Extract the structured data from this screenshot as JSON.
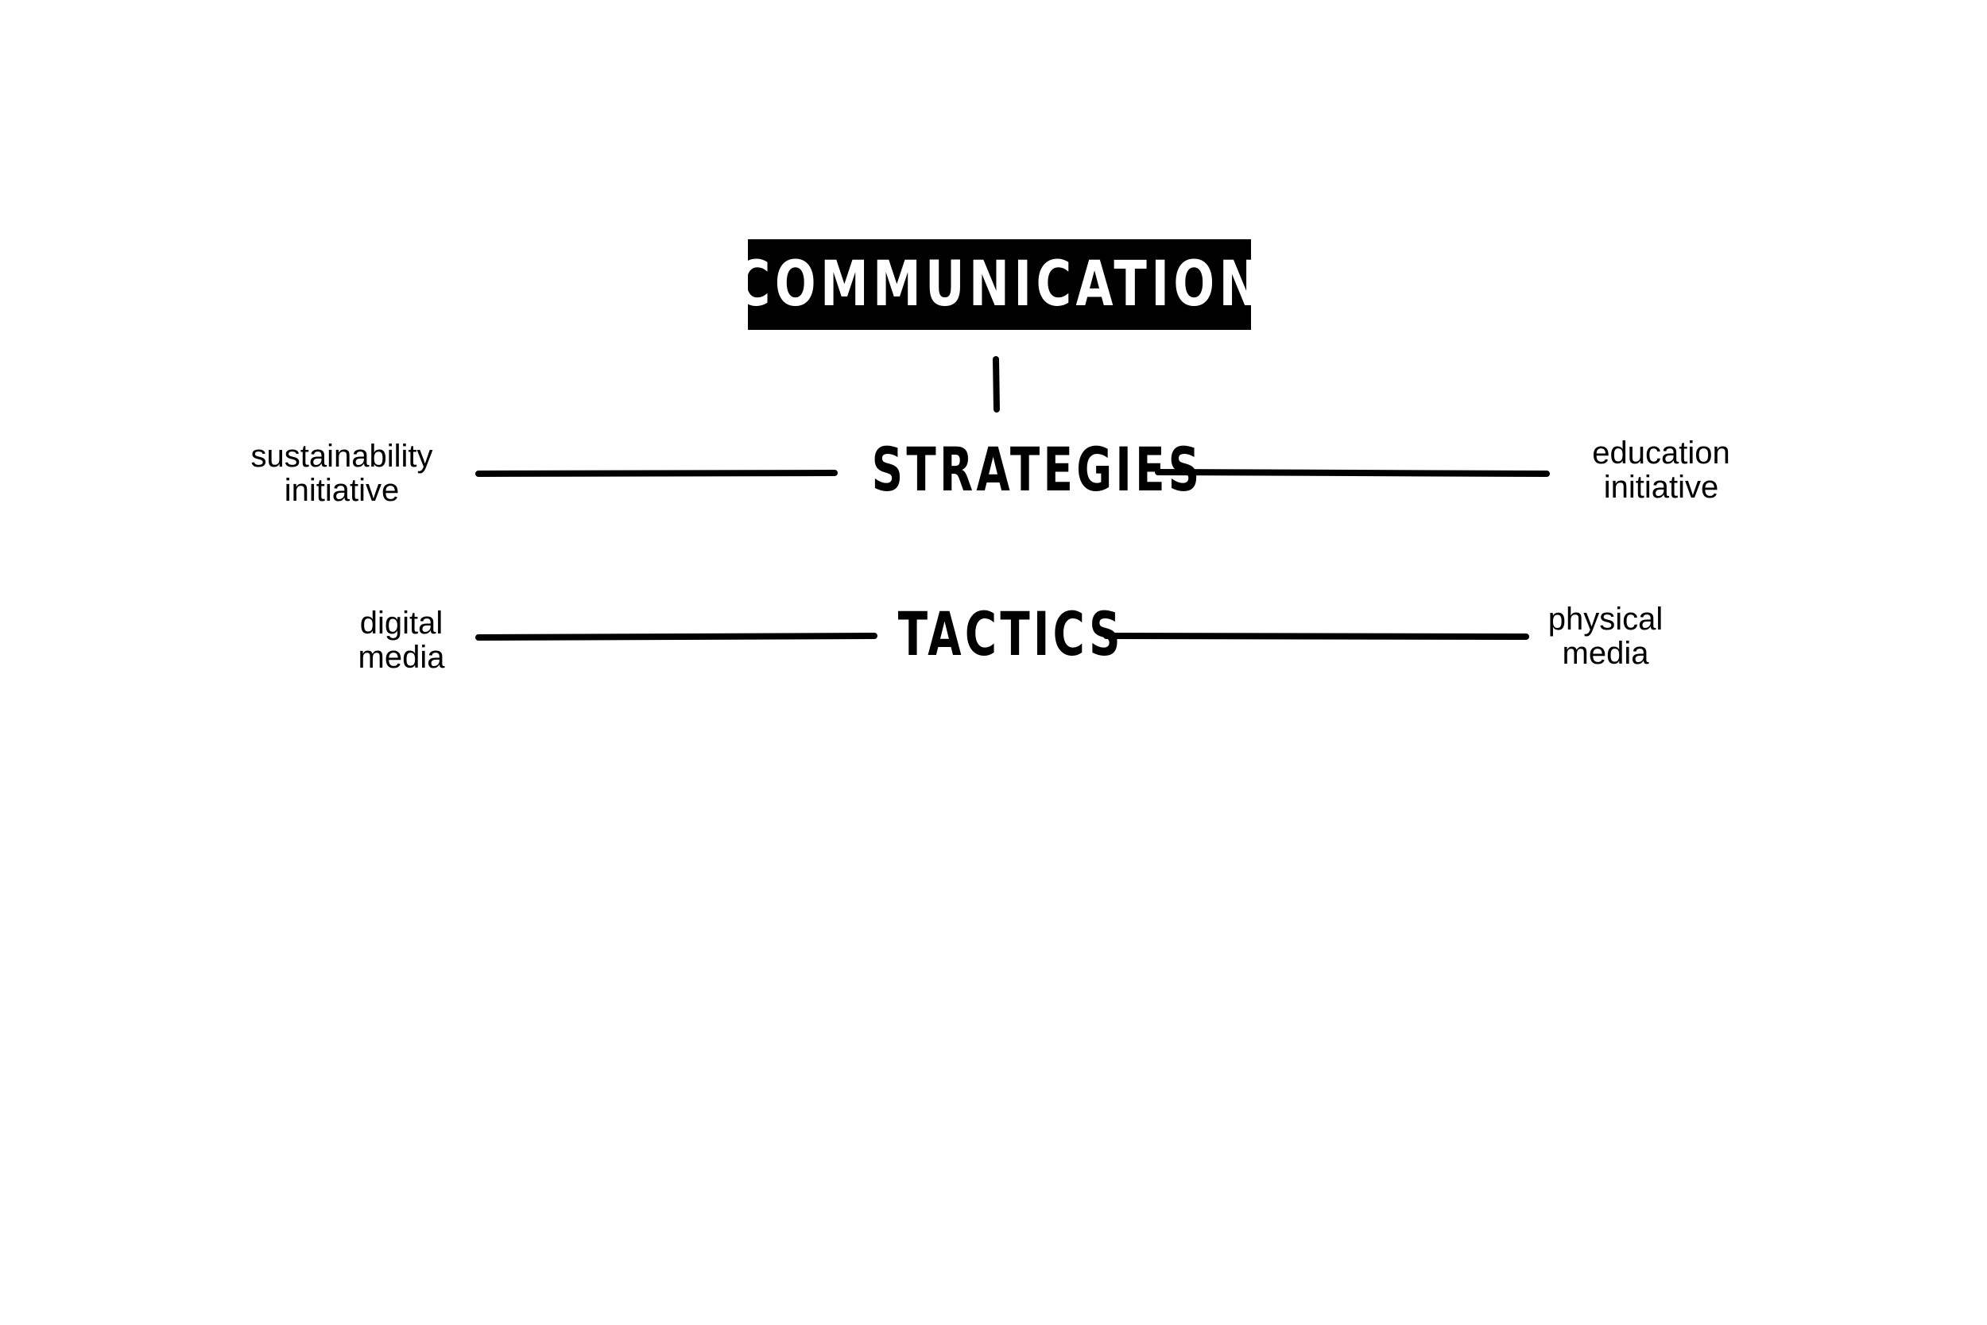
{
  "title": "COMMUNICATION",
  "levels": {
    "strategies": {
      "label": "STRATEGIES",
      "left": "sustainability\ninitiative",
      "right": "education\ninitiative"
    },
    "tactics": {
      "label": "TACTICS",
      "left": "digital\nmedia",
      "right": "physical\nmedia"
    }
  },
  "colors": {
    "ink": "#000000",
    "background": "#ffffff",
    "title_text": "#ffffff"
  }
}
